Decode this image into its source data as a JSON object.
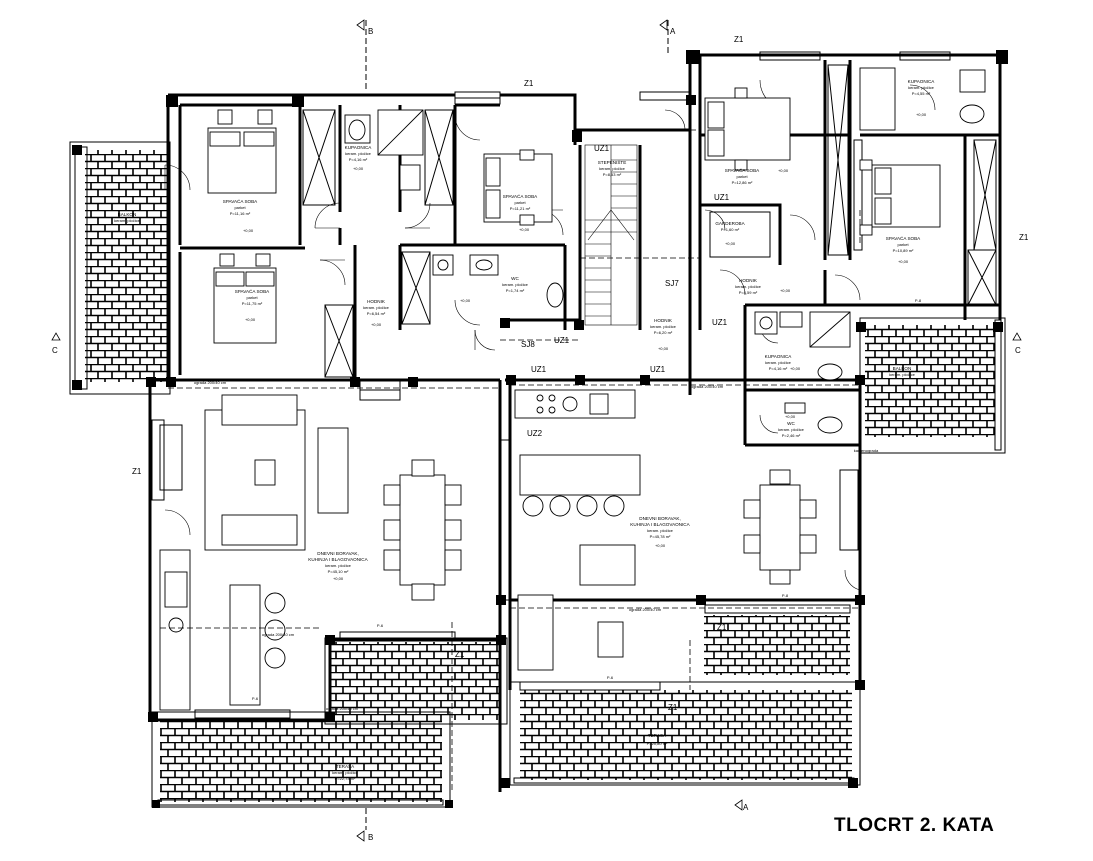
{
  "title": "TLOCRT 2. KATA",
  "section_markers": {
    "a": "A",
    "b": "B",
    "c": "C"
  },
  "tags": {
    "z1": "Z1",
    "uz1": "UZ1",
    "uz2": "UZ2",
    "sj7": "SJ7",
    "sj8": "SJ8"
  },
  "rooms": [
    {
      "id": "sob1",
      "name": "SPAVAĆA SOBA",
      "floor": "parket",
      "area": "P=11,16 m²",
      "level": "+0,00"
    },
    {
      "id": "sob2",
      "name": "SPAVAĆA SOBA",
      "floor": "parket",
      "area": "P=11,75 m²",
      "level": "+0,00"
    },
    {
      "id": "sob3",
      "name": "SPAVAĆA SOBA",
      "floor": "parket",
      "area": "P=11,21 m²",
      "level": "+0,00"
    },
    {
      "id": "sob4",
      "name": "SPAVAĆA SOBA",
      "floor": "parket",
      "area": "P=12,86 m²",
      "level": "+0,00"
    },
    {
      "id": "sob5",
      "name": "SPAVAĆA SOBA",
      "floor": "parket",
      "area": "P=10,89 m²",
      "level": "+0,00"
    },
    {
      "id": "kup1",
      "name": "KUPAONICA",
      "floor": "keram. pločice",
      "area": "P=4,16 m²",
      "level": "+0,00"
    },
    {
      "id": "kup2",
      "name": "KUPAONICA",
      "floor": "keram. pločice",
      "area": "P=4,55 m²",
      "level": "+0,00"
    },
    {
      "id": "kup3",
      "name": "KUPAONICA",
      "floor": "keram. pločice",
      "area": "P=4,16 m²",
      "level": "+0,00"
    },
    {
      "id": "wc1",
      "name": "WC",
      "floor": "keram. pločice",
      "area": "P=1,74 m²",
      "level": "+0,00"
    },
    {
      "id": "wc2",
      "name": "WC",
      "floor": "keram. pločice",
      "area": "P=2,46 m²",
      "level": "+0,00"
    },
    {
      "id": "hod1",
      "name": "HODNIK",
      "floor": "keram. pločice",
      "area": "P=6,54 m²",
      "level": "+0,00"
    },
    {
      "id": "hod2",
      "name": "HODNIK",
      "floor": "keram. pločice",
      "area": "P=6,20 m²",
      "level": "+0,00"
    },
    {
      "id": "hod3",
      "name": "HODNIK",
      "floor": "keram. pločice",
      "area": "P=4,59 m²",
      "level": "+0,00"
    },
    {
      "id": "ste",
      "name": "STEPENIŠTE",
      "floor": "keram. pločice",
      "area": "P=8,53 m²",
      "level": ""
    },
    {
      "id": "gar",
      "name": "GARDEROBA",
      "floor": "",
      "area": "P=1,60 m²",
      "level": "+0,00"
    },
    {
      "id": "dnev1",
      "name": "DNEVNI BORAVAK,",
      "name2": "KUHINJA I BLAGOVAONICA",
      "floor": "keram. pločice",
      "area": "P=45,10 m²",
      "level": "+0,00"
    },
    {
      "id": "dnev2",
      "name": "DNEVNI BORAVAK,",
      "name2": "KUHINJA I BLAGOVAONICA",
      "floor": "keram. pločice",
      "area": "P=45,78 m²",
      "level": "+0,00"
    },
    {
      "id": "ter1",
      "name": "TERASA",
      "floor": "keram. pločice",
      "area": "P=22,73 m²",
      "level": ""
    },
    {
      "id": "ter2",
      "name": "TERASA",
      "floor": "",
      "area": "P=20,80 m²",
      "level": ""
    },
    {
      "id": "bal1",
      "name": "BALKON",
      "floor": "keram. pločice",
      "area": "",
      "level": ""
    },
    {
      "id": "bal2",
      "name": "BALKON",
      "floor": "keram. pločice",
      "area": "",
      "level": ""
    }
  ],
  "notes": {
    "ograda1": "ograda 200/40 cm",
    "ograda2": "ograda 200/40 cm",
    "ograda3": "ograda 200/40 cm",
    "ograda4": "ograda 200/40 cm",
    "ograda5": "ograda 200/40 cm",
    "kamen": "kamenograda",
    "p6": "P-6",
    "p8": "P-8"
  }
}
